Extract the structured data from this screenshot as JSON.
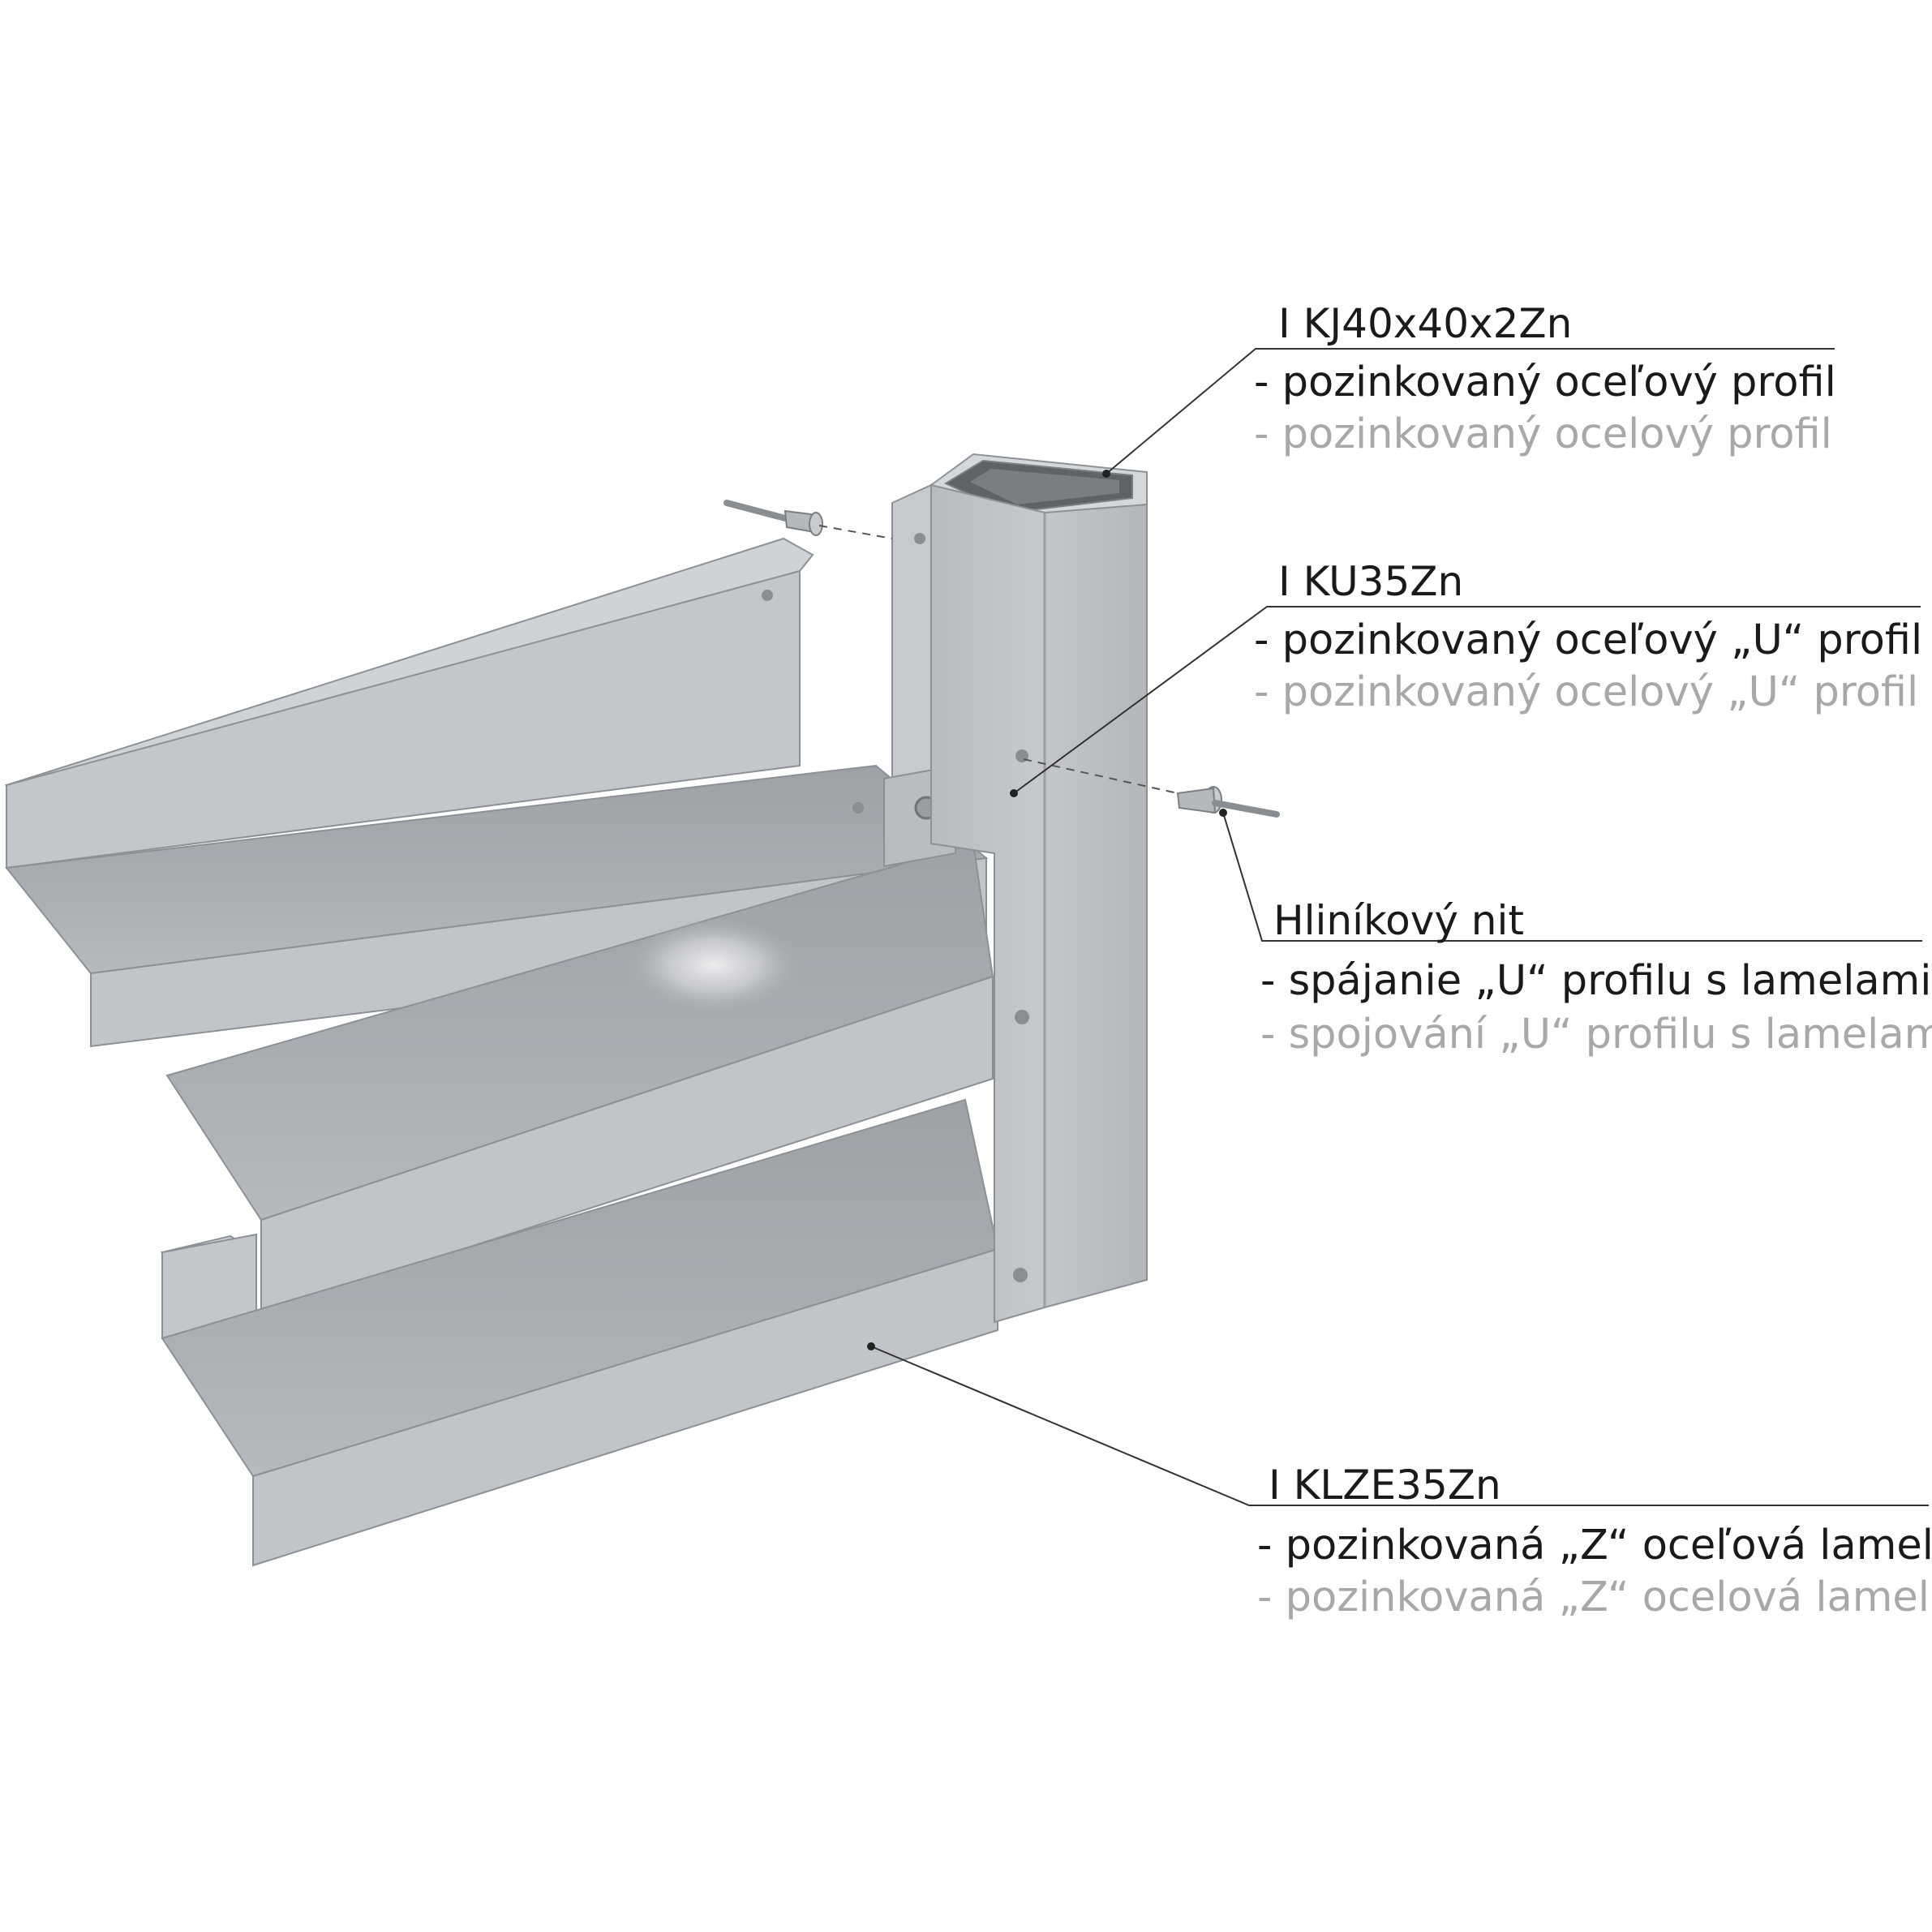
{
  "labels": {
    "post": {
      "code": "I KJ40x40x2Zn",
      "sk": "- pozinkovaný oceľový profil",
      "cz": "- pozinkovaný ocelový profil"
    },
    "u_profile": {
      "code": "I KU35Zn",
      "sk": "- pozinkovaný oceľový „U“ profil",
      "cz": "- pozinkovaný ocelový „U“ profil"
    },
    "rivet": {
      "code": "Hliníkový nit",
      "sk": "- spájanie „U“ profilu s lamelami",
      "cz": "- spojování „U“ profilu s lamelami"
    },
    "lamella": {
      "code": "I KLZE35Zn",
      "sk": "- pozinkovaná „Z“ oceľová lamela",
      "cz": "- pozinkovaná „Z“ ocelová lamela"
    }
  },
  "colors": {
    "text_primary": "#1a1a1a",
    "text_secondary": "#a8a8a8",
    "steel_light": "#c3c6cb",
    "steel_mid": "#adb1b6",
    "steel_dark": "#8f9398",
    "leader_line": "#333333"
  }
}
